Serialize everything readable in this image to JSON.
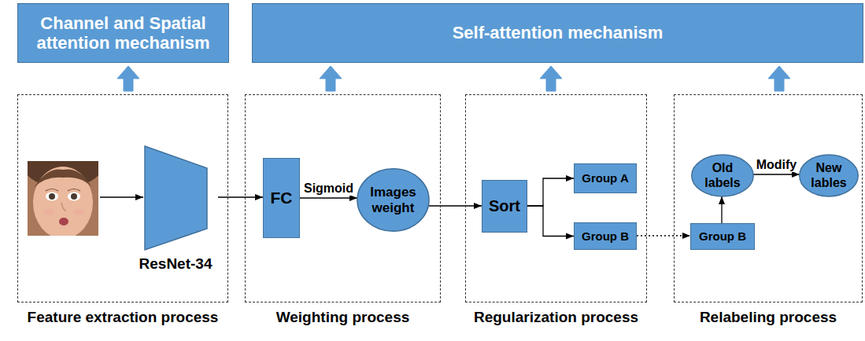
{
  "diagram": {
    "nodes": [
      {
        "text": [
          "Channel and Spatial attention mechanism"
        ]
      },
      {
        "text": [
          "Self-attention mechanism"
        ]
      },
      {
        "text": [
          "Feature extraction process"
        ]
      },
      {
        "text": [
          "ResNet-34"
        ],
        "in": 2
      },
      {
        "text": [
          "Weighting process"
        ]
      },
      {
        "text": [
          "FC"
        ],
        "in": 4
      },
      {
        "text": [
          "Images weight"
        ],
        "in": 4
      },
      {
        "text": [
          "Regularization process"
        ]
      },
      {
        "text": [
          "Sort"
        ],
        "in": 7
      },
      {
        "text": [
          "Group A"
        ],
        "in": 7
      },
      {
        "text": [
          "Group B"
        ],
        "in": 7
      },
      {
        "text": [
          "Relabeling process"
        ]
      },
      {
        "text": [
          "Group B"
        ],
        "in": 11
      },
      {
        "text": [
          "Old labels"
        ],
        "in": 11
      },
      {
        "text": [
          "New lables"
        ],
        "in": 11
      }
    ],
    "edges": [
      {
        "from": 2,
        "to": 0,
        "arrow": "to"
      },
      {
        "from": 4,
        "to": 1,
        "arrow": "to"
      },
      {
        "from": 7,
        "to": 1,
        "arrow": "to"
      },
      {
        "from": 11,
        "to": 1,
        "arrow": "to"
      },
      {
        "from": 3,
        "to": 5,
        "arrow": "to"
      },
      {
        "from": 5,
        "to": 6,
        "label": "Sigmoid",
        "arrow": "to"
      },
      {
        "from": 6,
        "to": 8,
        "arrow": "to"
      },
      {
        "from": 8,
        "to": 9,
        "arrow": "to"
      },
      {
        "from": 8,
        "to": 10,
        "arrow": "to"
      },
      {
        "from": 10,
        "to": 12,
        "arrow": "to"
      },
      {
        "from": 12,
        "to": 13,
        "arrow": "to"
      },
      {
        "from": 13,
        "to": 14,
        "label": "Modify",
        "arrow": "to"
      }
    ]
  }
}
